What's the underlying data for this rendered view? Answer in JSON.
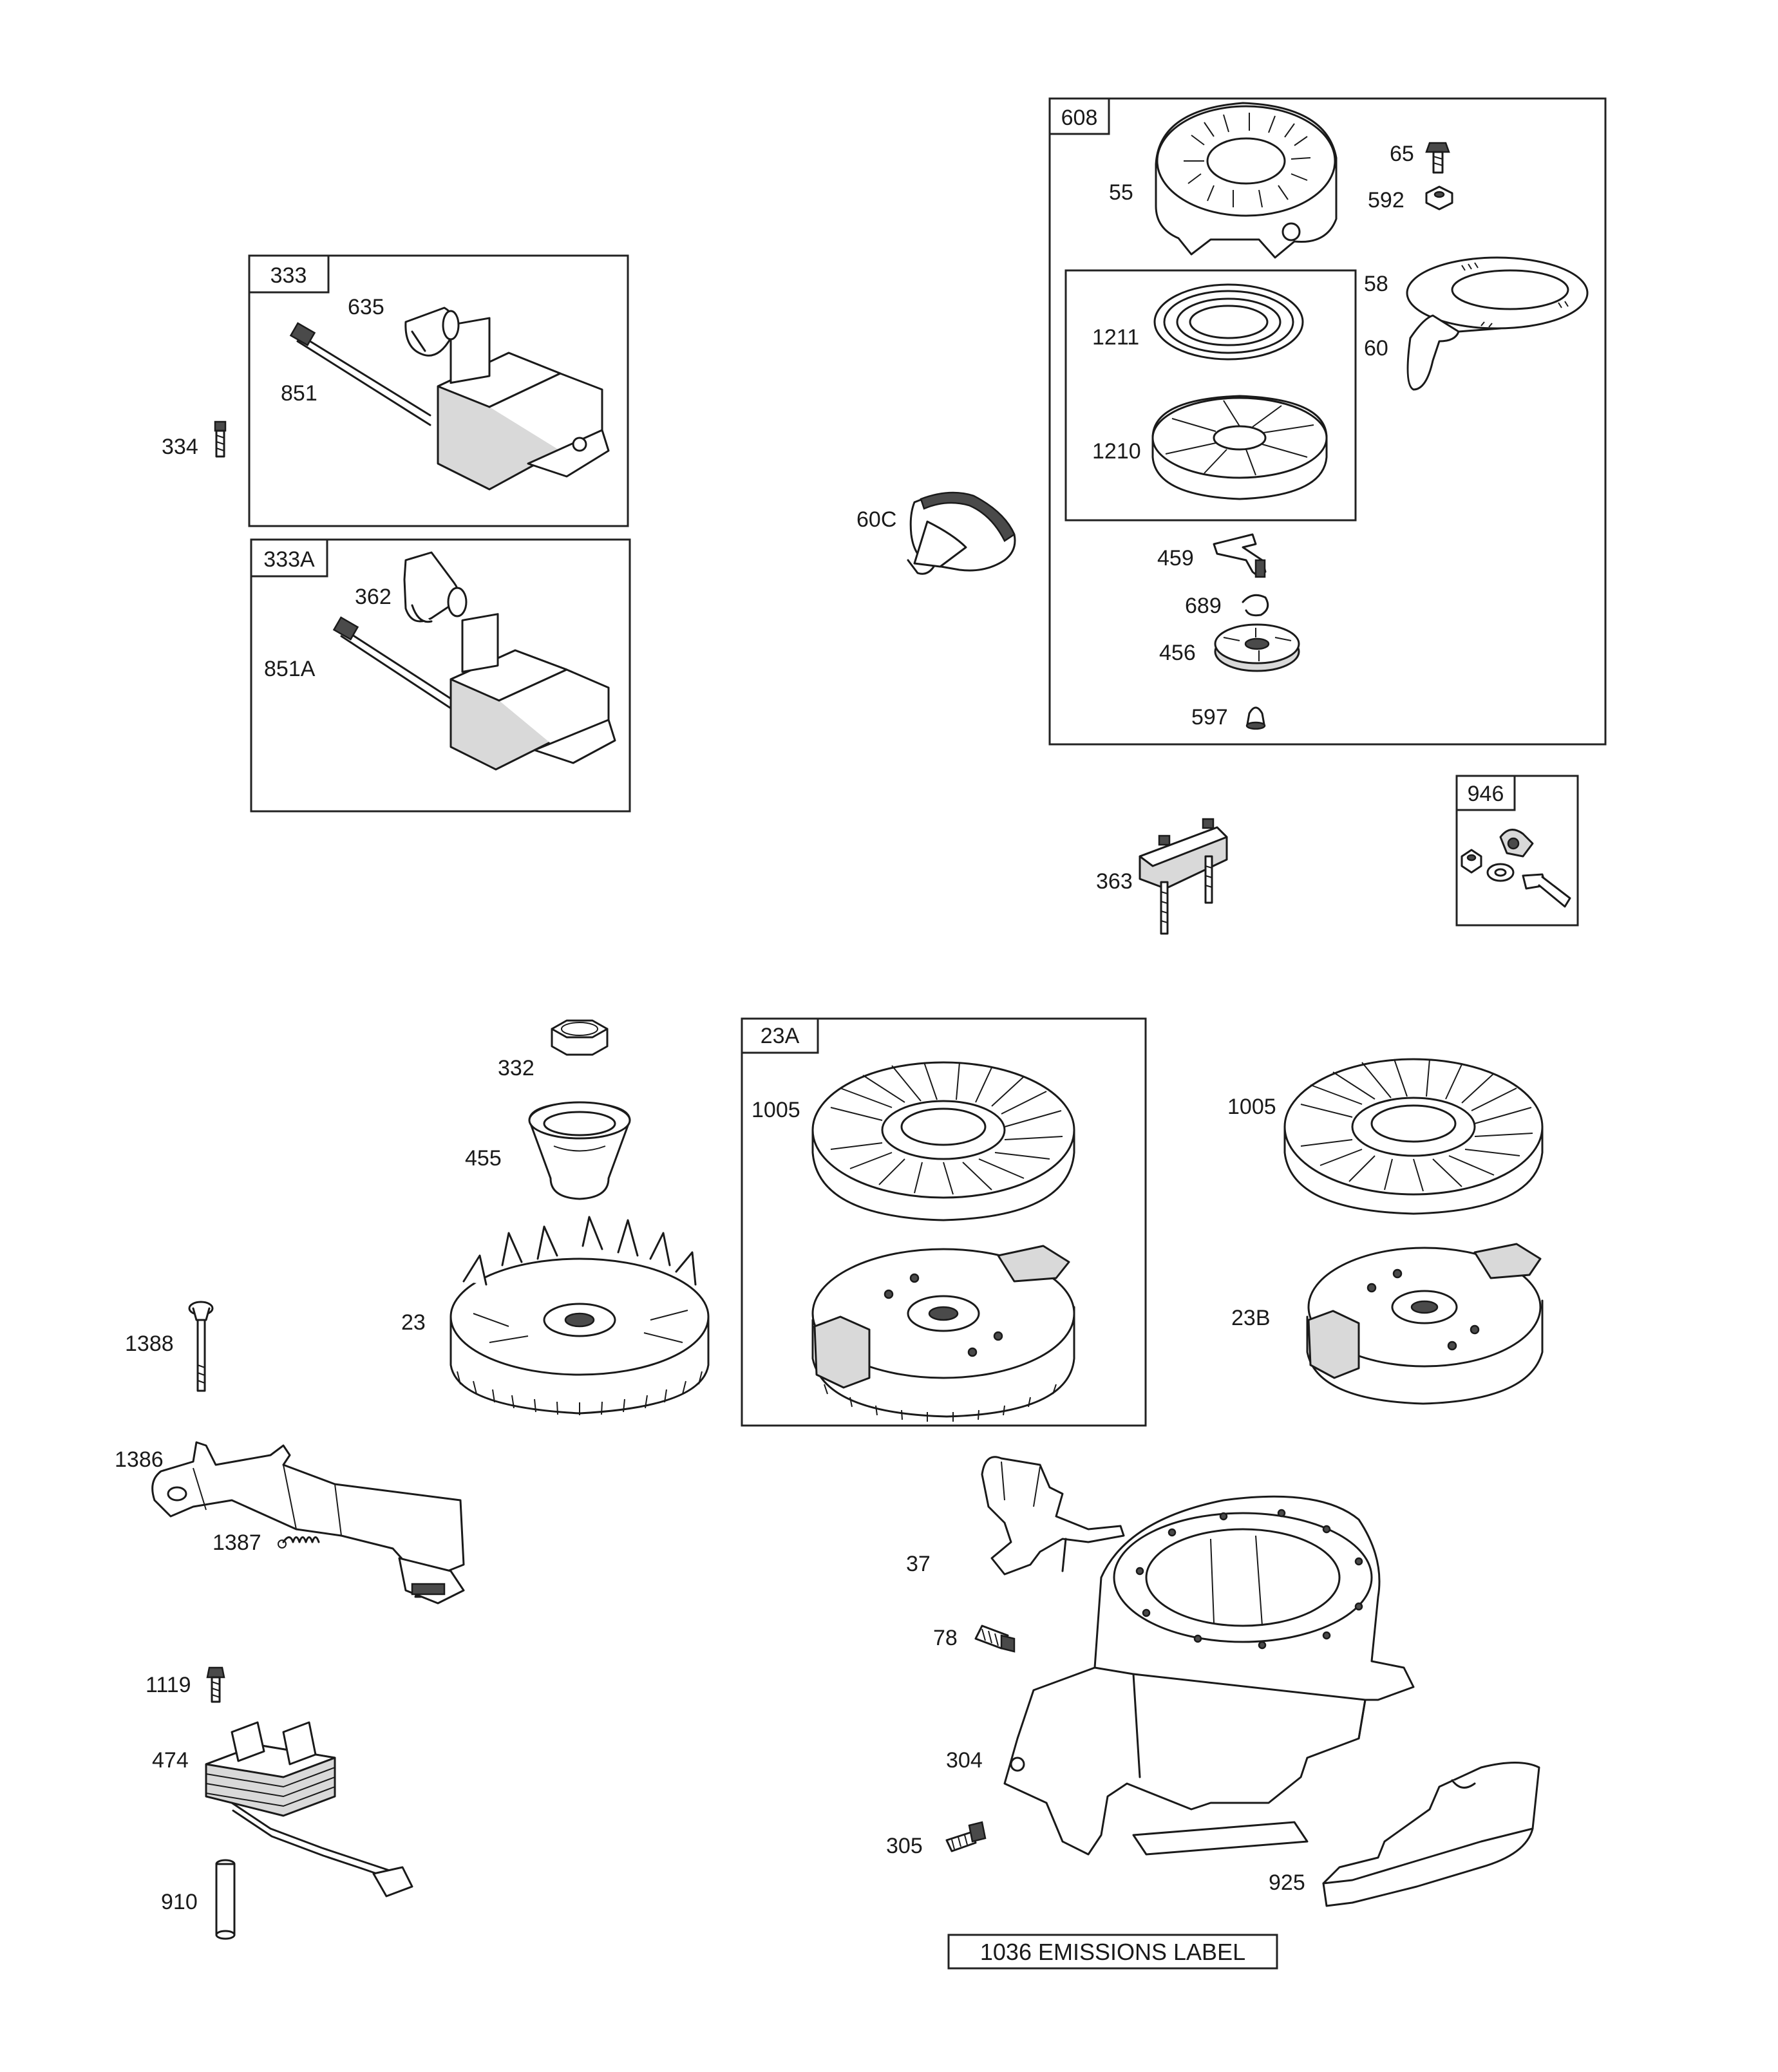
{
  "groups": {
    "g333": "333",
    "g333A": "333A",
    "g608": "608",
    "g946": "946",
    "g23A": "23A"
  },
  "labels": {
    "p635": "635",
    "p851": "851",
    "p334": "334",
    "p362": "362",
    "p851A": "851A",
    "p55": "55",
    "p65": "65",
    "p592": "592",
    "p1211": "1211",
    "p58": "58",
    "p60": "60",
    "p1210": "1210",
    "p60C": "60C",
    "p459": "459",
    "p689": "689",
    "p456": "456",
    "p597": "597",
    "p363": "363",
    "p332": "332",
    "p455": "455",
    "p23": "23",
    "p1005a": "1005",
    "p1005b": "1005",
    "p23B": "23B",
    "p1388": "1388",
    "p1386": "1386",
    "p1387": "1387",
    "p37": "37",
    "p78": "78",
    "p304": "304",
    "p305": "305",
    "p925": "925",
    "p1119": "1119",
    "p474": "474",
    "p910": "910"
  },
  "emissions_label": "1036 EMISSIONS LABEL"
}
